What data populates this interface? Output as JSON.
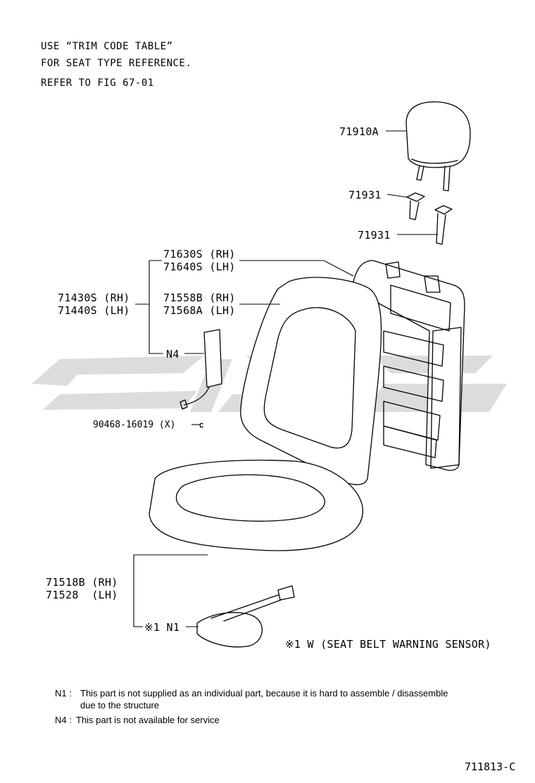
{
  "header_notes": [
    "USE “TRIM CODE TABLE”",
    "FOR SEAT TYPE REFERENCE.",
    "REFER TO FIG 67-01"
  ],
  "labels": {
    "headrest": "71910A",
    "support_1": "71931",
    "support_2": "71931",
    "cover_back_rh": "71630S (RH)",
    "cover_back_lh": "71640S (LH)",
    "back_assy_rh": "71430S (RH)",
    "back_assy_lh": "71440S (LH)",
    "pad_back_rh": "71558B (RH)",
    "pad_back_lh": "71568A (LH)",
    "n4": "N4",
    "clip": "90468-16019 (X)",
    "cushion_rh": "71518B (RH)",
    "cushion_lh": "71528  (LH)",
    "n1": "※1 N1",
    "sensor_note": "※1 W (SEAT BELT WARNING SENSOR)"
  },
  "footnotes": {
    "n1_key": "N1 :",
    "n1_line1": "This part is not supplied as an individual part, because it is hard to assemble / disassemble",
    "n1_line2": "due to the structure",
    "n4_key": "N4 :",
    "n4_text": "This part is not available for service"
  },
  "figure_code": "711813-C",
  "colors": {
    "line": "#000000",
    "watermark": "#d9d9d9"
  }
}
